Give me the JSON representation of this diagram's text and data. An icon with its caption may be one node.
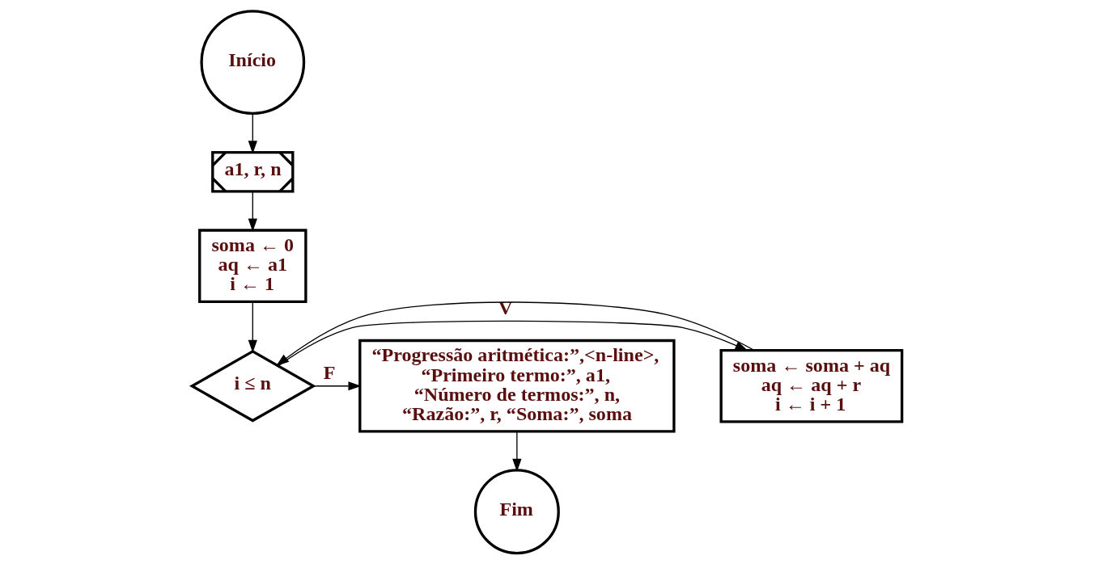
{
  "diagram": {
    "nodes": [
      {
        "text": [
          "Início"
        ]
      },
      {
        "text": [
          "a1, r, n"
        ]
      },
      {
        "text": [
          "soma ← 0",
          "aq ← a1",
          "i ← 1"
        ]
      },
      {
        "text": [
          "i ≤ n"
        ]
      },
      {
        "text": [
          "soma ← soma + aq",
          "aq ← aq + r",
          "i ← i + 1"
        ]
      },
      {
        "text": [
          "Fim"
        ]
      },
      {
        "text": [
          "“Progressão aritmética:”,<n-line>,",
          "“Primeiro termo:”, a1,",
          "“Número de termos:”, n,",
          "“Razão:”, r, “Soma:”, soma"
        ]
      }
    ],
    "edges": [
      {
        "from": 0,
        "to": 1,
        "arrow": "to"
      },
      {
        "from": 1,
        "to": 2,
        "arrow": "to"
      },
      {
        "from": 2,
        "to": 3,
        "arrow": "to"
      },
      {
        "from": 3,
        "to": 4,
        "arrow": "to",
        "label": "V"
      },
      {
        "from": 3,
        "to": 6,
        "arrow": "to",
        "label": "F"
      },
      {
        "from": 4,
        "to": 3,
        "arrow": "to"
      },
      {
        "from": 6,
        "to": 5,
        "arrow": "to"
      }
    ]
  }
}
